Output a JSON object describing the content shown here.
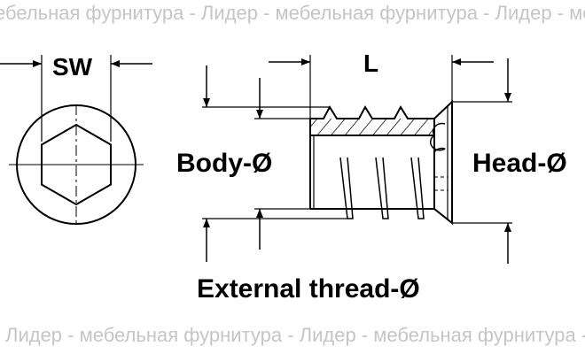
{
  "labels": {
    "sw": "SW",
    "length": "L",
    "body_diameter": "Body-Ø",
    "head_diameter": "Head-Ø",
    "external_thread": "External thread-Ø"
  },
  "watermark": {
    "row1": "ебельная фурнитура - Лидер - мебельная фурнитура - Лидер - мебельная фурнитура",
    "row2": "Лидер - мебельная фурнитура - Лидер - мебельная фурнитура - Лидер"
  }
}
